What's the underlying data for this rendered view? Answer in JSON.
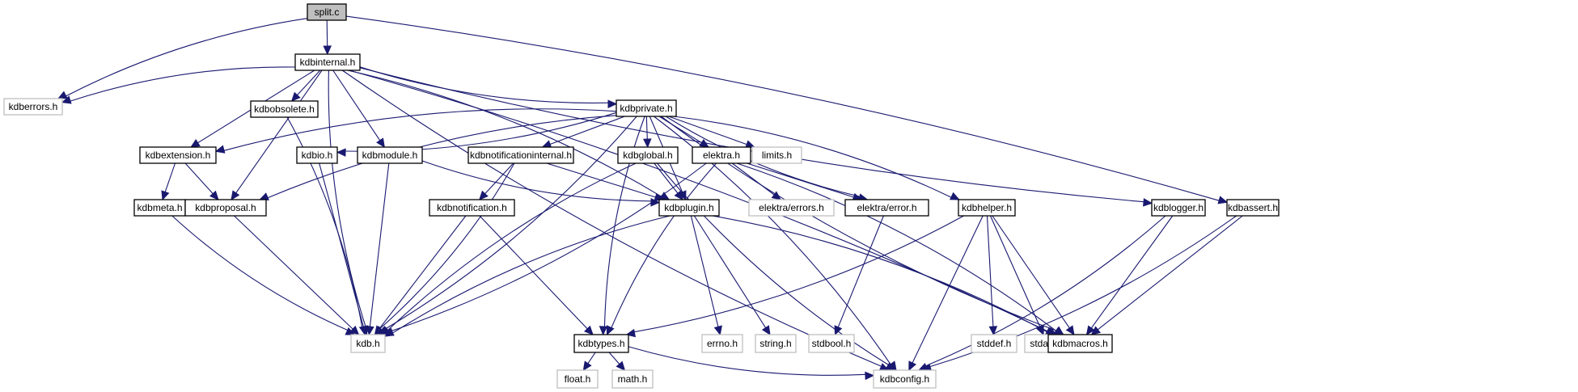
{
  "diagram": {
    "title": "split.c include dependency graph",
    "colors": {
      "edge": "#191970",
      "root_fill": "#bfbfbf",
      "root_stroke": "#000000",
      "documented_stroke": "#000000",
      "external_stroke": "#bfbfbf"
    },
    "nodes": [
      {
        "id": "split_c",
        "label": "split.c",
        "kind": "root"
      },
      {
        "id": "kdbinternal_h",
        "label": "kdbinternal.h",
        "kind": "documented"
      },
      {
        "id": "kdberrors_h",
        "label": "kdberrors.h",
        "kind": "external"
      },
      {
        "id": "kdbobsolete_h",
        "label": "kdbobsolete.h",
        "kind": "documented"
      },
      {
        "id": "kdbprivate_h",
        "label": "kdbprivate.h",
        "kind": "documented"
      },
      {
        "id": "kdbextension_h",
        "label": "kdbextension.h",
        "kind": "documented"
      },
      {
        "id": "kdbio_h",
        "label": "kdbio.h",
        "kind": "documented"
      },
      {
        "id": "kdbmodule_h",
        "label": "kdbmodule.h",
        "kind": "documented"
      },
      {
        "id": "kdbnotificationinternal_h",
        "label": "kdbnotificationinternal.h",
        "kind": "documented"
      },
      {
        "id": "kdbglobal_h",
        "label": "kdbglobal.h",
        "kind": "documented"
      },
      {
        "id": "elektra_h",
        "label": "elektra.h",
        "kind": "documented"
      },
      {
        "id": "limits_h",
        "label": "limits.h",
        "kind": "external"
      },
      {
        "id": "kdbmeta_h",
        "label": "kdbmeta.h",
        "kind": "documented"
      },
      {
        "id": "kdbproposal_h",
        "label": "kdbproposal.h",
        "kind": "documented"
      },
      {
        "id": "kdbnotification_h",
        "label": "kdbnotification.h",
        "kind": "documented"
      },
      {
        "id": "kdbplugin_h",
        "label": "kdbplugin.h",
        "kind": "documented"
      },
      {
        "id": "elektra_errors_h",
        "label": "elektra/errors.h",
        "kind": "external"
      },
      {
        "id": "elektra_error_h",
        "label": "elektra/error.h",
        "kind": "documented"
      },
      {
        "id": "kdbhelper_h",
        "label": "kdbhelper.h",
        "kind": "documented"
      },
      {
        "id": "kdblogger_h",
        "label": "kdblogger.h",
        "kind": "documented"
      },
      {
        "id": "kdbassert_h",
        "label": "kdbassert.h",
        "kind": "documented"
      },
      {
        "id": "kdb_h",
        "label": "kdb.h",
        "kind": "external"
      },
      {
        "id": "kdbtypes_h",
        "label": "kdbtypes.h",
        "kind": "documented"
      },
      {
        "id": "errno_h",
        "label": "errno.h",
        "kind": "external"
      },
      {
        "id": "string_h",
        "label": "string.h",
        "kind": "external"
      },
      {
        "id": "stdbool_h",
        "label": "stdbool.h",
        "kind": "external"
      },
      {
        "id": "stddef_h",
        "label": "stddef.h",
        "kind": "external"
      },
      {
        "id": "stdarg_h",
        "label": "stdarg.h",
        "kind": "external"
      },
      {
        "id": "kdbmacros_h",
        "label": "kdbmacros.h",
        "kind": "documented"
      },
      {
        "id": "float_h",
        "label": "float.h",
        "kind": "external"
      },
      {
        "id": "math_h",
        "label": "math.h",
        "kind": "external"
      },
      {
        "id": "kdbconfig_h",
        "label": "kdbconfig.h",
        "kind": "external"
      }
    ],
    "edges": [
      {
        "from": "split_c",
        "to": "kdbinternal_h"
      },
      {
        "from": "split_c",
        "to": "kdberrors_h"
      },
      {
        "from": "split_c",
        "to": "kdbassert_h"
      },
      {
        "from": "kdbinternal_h",
        "to": "kdberrors_h"
      },
      {
        "from": "kdbinternal_h",
        "to": "kdbobsolete_h"
      },
      {
        "from": "kdbinternal_h",
        "to": "kdbprivate_h"
      },
      {
        "from": "kdbinternal_h",
        "to": "kdbextension_h"
      },
      {
        "from": "kdbinternal_h",
        "to": "kdbproposal_h"
      },
      {
        "from": "kdbinternal_h",
        "to": "kdbmodule_h"
      },
      {
        "from": "kdbinternal_h",
        "to": "kdb_h"
      },
      {
        "from": "kdbinternal_h",
        "to": "kdbplugin_h"
      },
      {
        "from": "kdbinternal_h",
        "to": "kdblogger_h"
      },
      {
        "from": "kdbinternal_h",
        "to": "kdbmacros_h"
      },
      {
        "from": "kdbinternal_h",
        "to": "kdbconfig_h"
      },
      {
        "from": "kdbobsolete_h",
        "to": "kdb_h"
      },
      {
        "from": "kdbprivate_h",
        "to": "kdbextension_h"
      },
      {
        "from": "kdbprivate_h",
        "to": "kdbio_h"
      },
      {
        "from": "kdbprivate_h",
        "to": "kdbproposal_h"
      },
      {
        "from": "kdbprivate_h",
        "to": "kdb_h"
      },
      {
        "from": "kdbprivate_h",
        "to": "kdbnotificationinternal_h"
      },
      {
        "from": "kdbprivate_h",
        "to": "kdbglobal_h"
      },
      {
        "from": "kdbprivate_h",
        "to": "elektra_h"
      },
      {
        "from": "kdbprivate_h",
        "to": "limits_h"
      },
      {
        "from": "kdbprivate_h",
        "to": "kdbtypes_h"
      },
      {
        "from": "kdbprivate_h",
        "to": "kdbplugin_h"
      },
      {
        "from": "kdbprivate_h",
        "to": "elektra_error_h"
      },
      {
        "from": "kdbprivate_h",
        "to": "kdbhelper_h"
      },
      {
        "from": "kdbprivate_h",
        "to": "kdbmacros_h"
      },
      {
        "from": "kdbprivate_h",
        "to": "kdbconfig_h"
      },
      {
        "from": "kdbextension_h",
        "to": "kdbmeta_h"
      },
      {
        "from": "kdbextension_h",
        "to": "kdbproposal_h"
      },
      {
        "from": "kdbio_h",
        "to": "kdb_h"
      },
      {
        "from": "kdbmodule_h",
        "to": "kdb_h"
      },
      {
        "from": "kdbmodule_h",
        "to": "kdbplugin_h"
      },
      {
        "from": "kdbnotificationinternal_h",
        "to": "kdb_h"
      },
      {
        "from": "kdbnotificationinternal_h",
        "to": "kdbnotification_h"
      },
      {
        "from": "kdbnotificationinternal_h",
        "to": "kdbplugin_h"
      },
      {
        "from": "kdbglobal_h",
        "to": "kdb_h"
      },
      {
        "from": "kdbglobal_h",
        "to": "kdbplugin_h"
      },
      {
        "from": "kdbglobal_h",
        "to": "kdbconfig_h"
      },
      {
        "from": "elektra_h",
        "to": "kdb_h"
      },
      {
        "from": "elektra_h",
        "to": "kdbtypes_h"
      },
      {
        "from": "elektra_h",
        "to": "elektra_errors_h"
      },
      {
        "from": "elektra_h",
        "to": "elektra_error_h"
      },
      {
        "from": "elektra_h",
        "to": "kdbmacros_h"
      },
      {
        "from": "kdbmeta_h",
        "to": "kdb_h"
      },
      {
        "from": "kdbproposal_h",
        "to": "kdb_h"
      },
      {
        "from": "kdbnotification_h",
        "to": "kdb_h"
      },
      {
        "from": "kdbnotification_h",
        "to": "kdbtypes_h"
      },
      {
        "from": "kdbplugin_h",
        "to": "kdb_h"
      },
      {
        "from": "kdbplugin_h",
        "to": "errno_h"
      },
      {
        "from": "kdbplugin_h",
        "to": "string_h"
      },
      {
        "from": "kdbplugin_h",
        "to": "kdbmacros_h"
      },
      {
        "from": "elektra_error_h",
        "to": "stdbool_h"
      },
      {
        "from": "kdbhelper_h",
        "to": "kdbtypes_h"
      },
      {
        "from": "kdbhelper_h",
        "to": "kdbconfig_h"
      },
      {
        "from": "kdbhelper_h",
        "to": "stddef_h"
      },
      {
        "from": "kdbhelper_h",
        "to": "stdarg_h"
      },
      {
        "from": "kdbhelper_h",
        "to": "kdbmacros_h"
      },
      {
        "from": "kdblogger_h",
        "to": "kdbmacros_h"
      },
      {
        "from": "kdblogger_h",
        "to": "kdbconfig_h"
      },
      {
        "from": "kdbassert_h",
        "to": "kdbmacros_h"
      },
      {
        "from": "kdbassert_h",
        "to": "kdbconfig_h"
      },
      {
        "from": "kdbtypes_h",
        "to": "float_h"
      },
      {
        "from": "kdbtypes_h",
        "to": "math_h"
      },
      {
        "from": "kdbtypes_h",
        "to": "kdbconfig_h"
      }
    ]
  }
}
